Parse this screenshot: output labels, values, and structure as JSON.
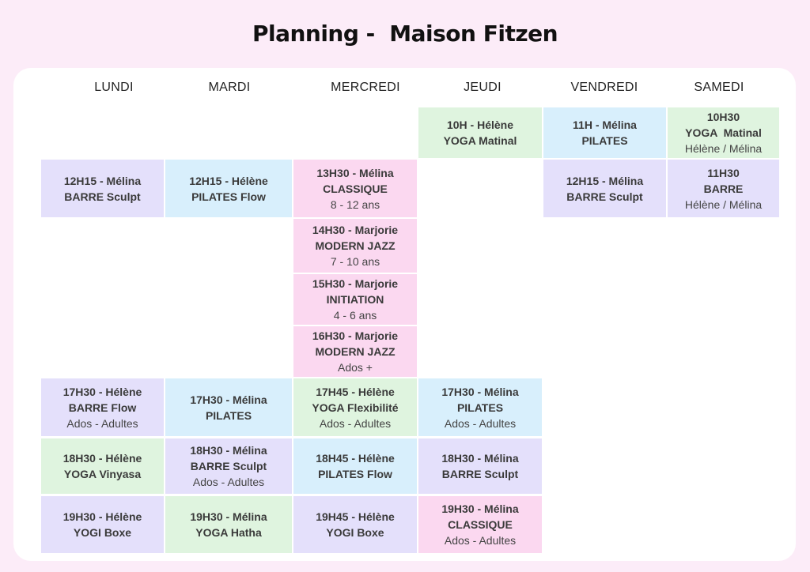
{
  "title": "Planning -  Maison Fitzen",
  "days": [
    "LUNDI",
    "MARDI",
    "MERCREDI",
    "JEUDI",
    "VENDREDI",
    "SAMEDI"
  ],
  "colors": {
    "page_background": "#fcecf8",
    "barre": "#e4e0fb",
    "pilates": "#d8effc",
    "danse": "#fbd8f0",
    "yoga": "#dff4df"
  },
  "classes": [
    {
      "day": "JEUDI",
      "l1": "10H - Hélène",
      "l2": "YOGA Matinal",
      "l3": "",
      "color": "green"
    },
    {
      "day": "VENDREDI",
      "l1": "11H - Mélina",
      "l2": "PILATES",
      "l3": "",
      "color": "blue"
    },
    {
      "day": "SAMEDI",
      "l1": "10H30",
      "l2": "YOGA  Matinal",
      "l3": "Hélène / Mélina",
      "color": "green"
    },
    {
      "day": "LUNDI",
      "l1": "12H15 - Mélina",
      "l2": "BARRE Sculpt",
      "l3": "",
      "color": "purple"
    },
    {
      "day": "MARDI",
      "l1": "12H15 - Hélène",
      "l2": "PILATES Flow",
      "l3": "",
      "color": "blue"
    },
    {
      "day": "MERCREDI",
      "l1": "13H30 - Mélina",
      "l2": "CLASSIQUE",
      "l3": "8 - 12 ans",
      "color": "pink"
    },
    {
      "day": "VENDREDI",
      "l1": "12H15 - Mélina",
      "l2": "BARRE Sculpt",
      "l3": "",
      "color": "purple"
    },
    {
      "day": "SAMEDI",
      "l1": "11H30",
      "l2": "BARRE",
      "l3": "Hélène / Mélina",
      "color": "purple"
    },
    {
      "day": "MERCREDI",
      "l1": "14H30 - Marjorie",
      "l2": "MODERN JAZZ",
      "l3": "7 - 10 ans",
      "color": "pink"
    },
    {
      "day": "MERCREDI",
      "l1": "15H30 - Marjorie",
      "l2": "INITIATION",
      "l3": "4 - 6 ans",
      "color": "pink"
    },
    {
      "day": "MERCREDI",
      "l1": "16H30 - Marjorie",
      "l2": "MODERN JAZZ",
      "l3": "Ados +",
      "color": "pink"
    },
    {
      "day": "LUNDI",
      "l1": "17H30 - Hélène",
      "l2": "BARRE Flow",
      "l3": "Ados - Adultes",
      "color": "purple"
    },
    {
      "day": "MARDI",
      "l1": "17H30 - Mélina",
      "l2": "PILATES",
      "l3": "",
      "color": "blue"
    },
    {
      "day": "MERCREDI",
      "l1": "17H45 - Hélène",
      "l2": "YOGA Flexibilité",
      "l3": "Ados - Adultes",
      "color": "green"
    },
    {
      "day": "JEUDI",
      "l1": "17H30 - Mélina",
      "l2": "PILATES",
      "l3": "Ados - Adultes",
      "color": "blue"
    },
    {
      "day": "LUNDI",
      "l1": "18H30 - Hélène",
      "l2": "YOGA Vinyasa",
      "l3": "",
      "color": "green"
    },
    {
      "day": "MARDI",
      "l1": "18H30 - Mélina",
      "l2": "BARRE Sculpt",
      "l3": "Ados - Adultes",
      "color": "purple"
    },
    {
      "day": "MERCREDI",
      "l1": "18H45 - Hélène",
      "l2": "PILATES Flow",
      "l3": "",
      "color": "blue"
    },
    {
      "day": "JEUDI",
      "l1": "18H30 - Mélina",
      "l2": "BARRE Sculpt",
      "l3": "",
      "color": "purple"
    },
    {
      "day": "LUNDI",
      "l1": "19H30 - Hélène",
      "l2": "YOGI Boxe",
      "l3": "",
      "color": "purple"
    },
    {
      "day": "MARDI",
      "l1": "19H30 - Mélina",
      "l2": "YOGA Hatha",
      "l3": "",
      "color": "green"
    },
    {
      "day": "MERCREDI",
      "l1": "19H45 - Hélène",
      "l2": "YOGI Boxe",
      "l3": "",
      "color": "purple"
    },
    {
      "day": "JEUDI",
      "l1": "19H30 - Mélina",
      "l2": "CLASSIQUE",
      "l3": "Ados - Adultes",
      "color": "pink"
    }
  ]
}
